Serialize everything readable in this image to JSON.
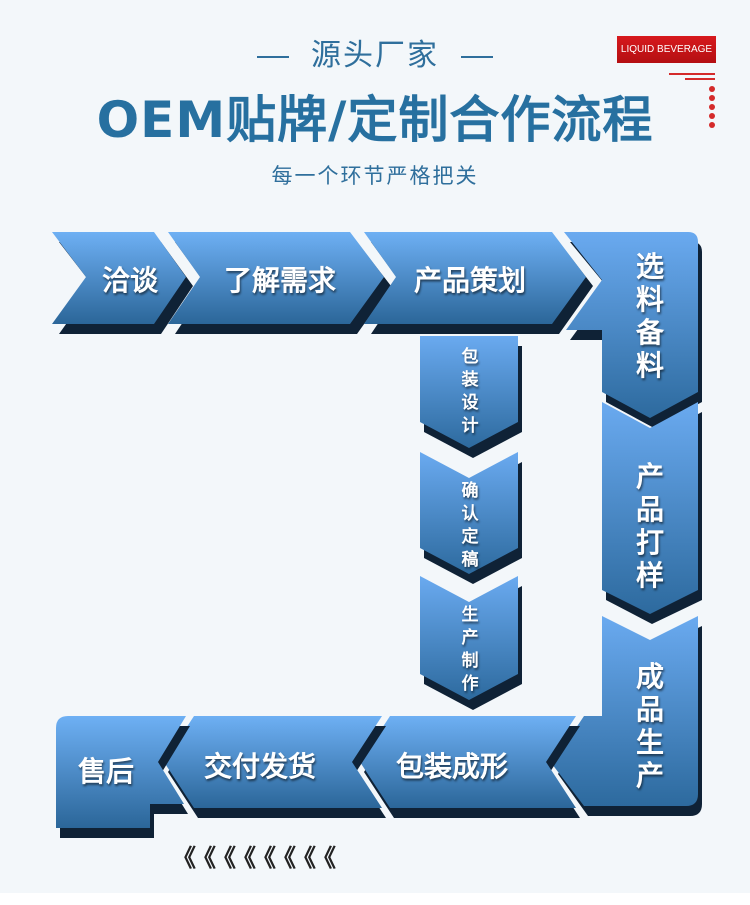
{
  "header": {
    "kicker": "源头厂家",
    "title": "OEM贴牌/定制合作流程",
    "tagline": "每一个环节严格把关",
    "badge": "LIQUID BEVERAGE"
  },
  "colors": {
    "title": "#2770a0",
    "arrow_light": "#6aaaf0",
    "arrow_dark": "#2d6a9e",
    "shadow": "#0f2236",
    "badge_red": "#c8161a",
    "background": "#f3f7fa"
  },
  "steps": {
    "s1": "洽谈",
    "s2": "了解需求",
    "s3": "产品策划",
    "s4": "选料备料",
    "s5": "产品打样",
    "s6": "成品生产",
    "s7": "包装成形",
    "s8": "交付发货",
    "s9": "售后"
  },
  "branch": {
    "b1": "包装设计",
    "b2": "确认定稿",
    "b3": "生产制作"
  },
  "footer": {
    "chevrons": "《《《《《《《《"
  }
}
